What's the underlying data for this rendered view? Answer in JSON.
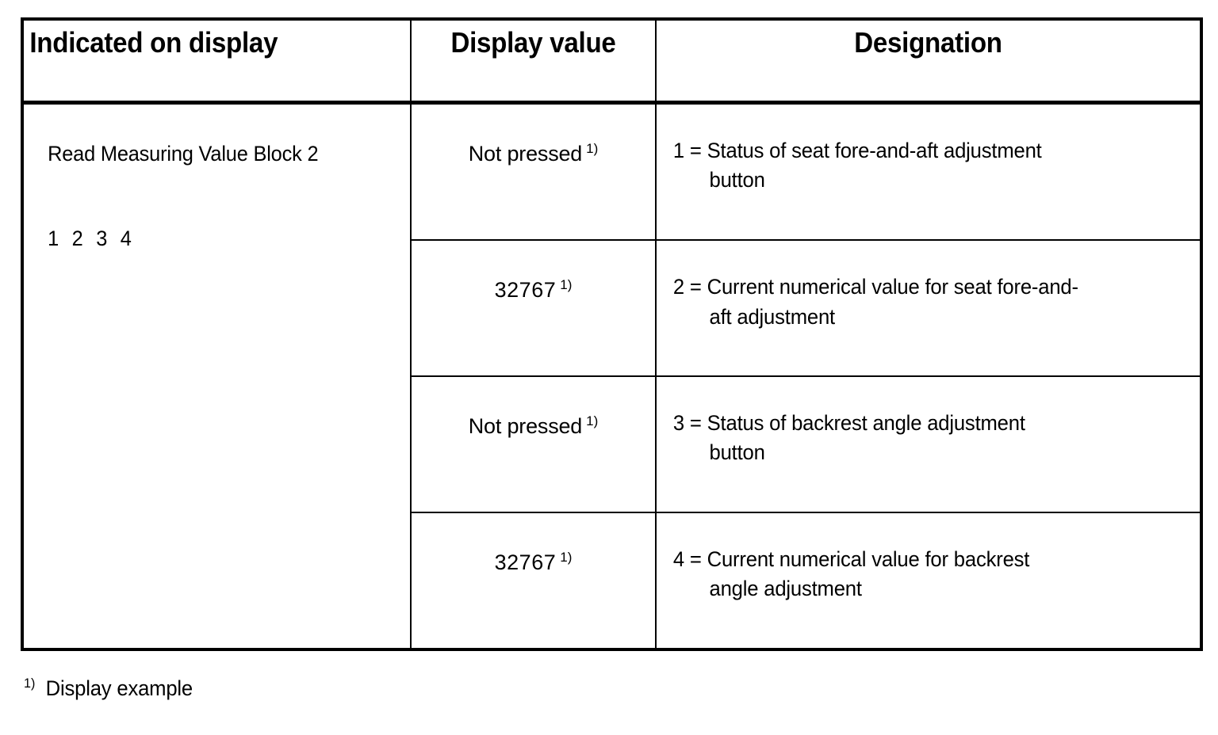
{
  "table": {
    "headers": {
      "col1": "Indicated on display",
      "col2": "Display value",
      "col3": "Designation"
    },
    "left_cell": {
      "title": "Read Measuring Value Block 2",
      "digits": "1 2 3 4"
    },
    "rows": [
      {
        "display_value": "Not pressed",
        "display_value_footnote": "1)",
        "designation_line1": "1 = Status of seat fore-and-aft adjustment",
        "designation_line2": "button"
      },
      {
        "display_value": "32767",
        "display_value_footnote": "1)",
        "designation_line1": "2 = Current numerical value for seat fore-and-",
        "designation_line2": "aft adjustment"
      },
      {
        "display_value": "Not pressed",
        "display_value_footnote": "1)",
        "designation_line1": "3 = Status of backrest angle adjustment",
        "designation_line2": "button"
      },
      {
        "display_value": "32767",
        "display_value_footnote": "1)",
        "designation_line1": "4 = Current numerical value for backrest",
        "designation_line2": "angle adjustment"
      }
    ]
  },
  "footnote": {
    "marker": "1)",
    "text": "Display example"
  },
  "colors": {
    "ink": "#000000",
    "paper": "#ffffff"
  }
}
